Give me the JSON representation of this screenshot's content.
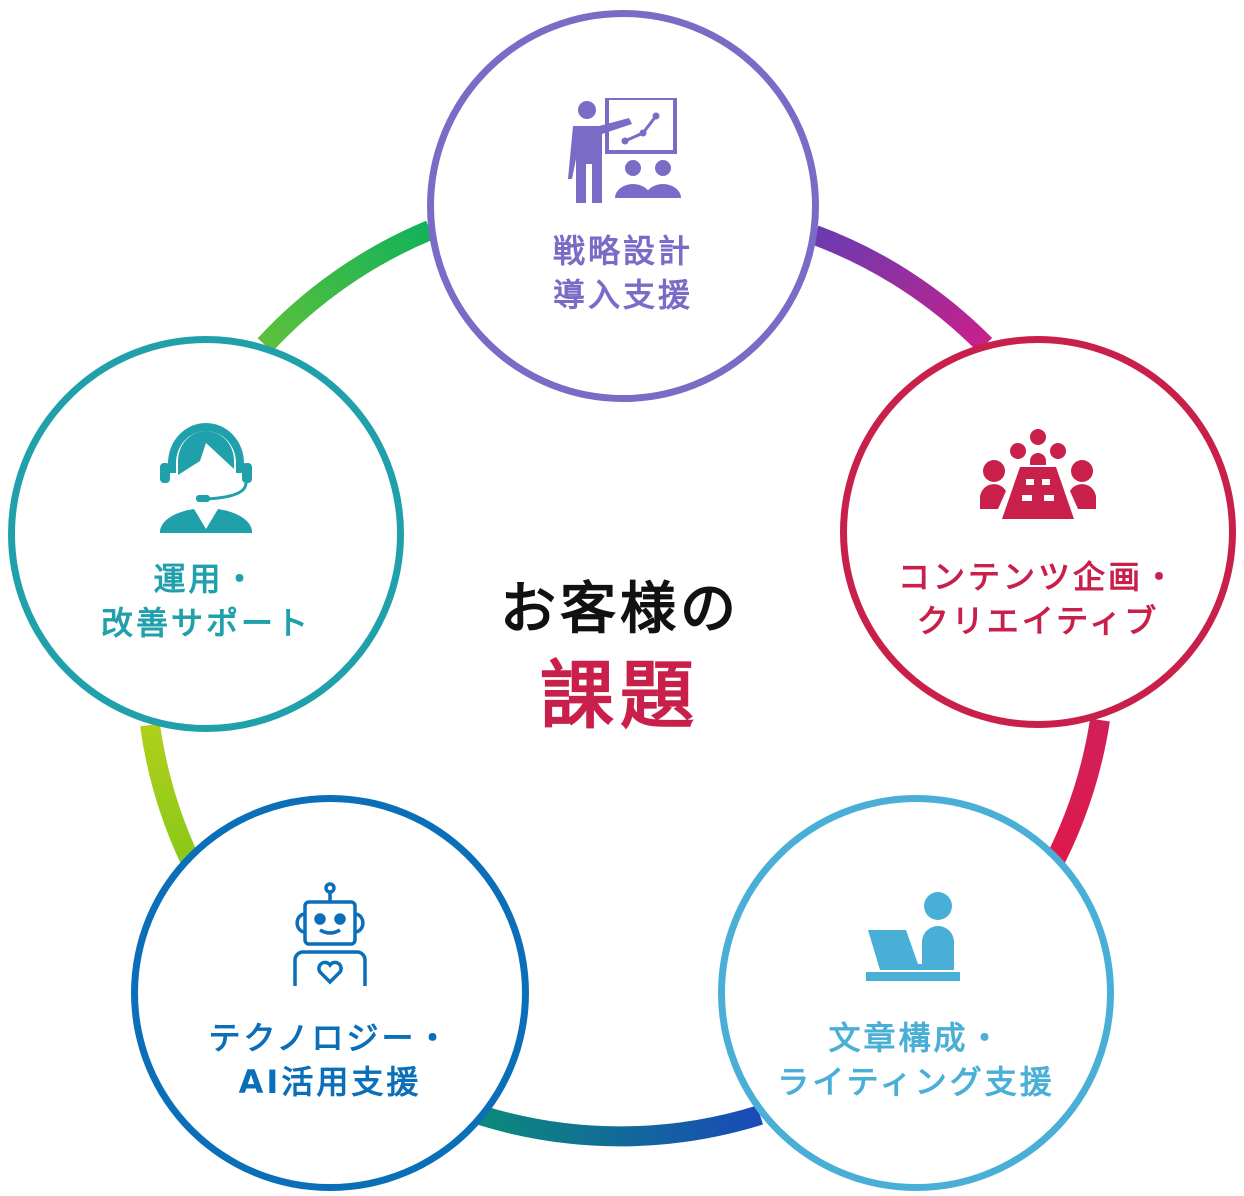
{
  "center": {
    "line1": "お客様の",
    "line2": "課題",
    "line1_color": "#111111",
    "line2_color": "#c8204a"
  },
  "nodes": [
    {
      "id": "strategy",
      "icon": "presentation-icon",
      "color": "#7a6cc6",
      "label_line1": "戦略設計",
      "label_line2": "導入支援"
    },
    {
      "id": "content",
      "icon": "meeting-table-icon",
      "color": "#c8204a",
      "label_line1": "コンテンツ企画・",
      "label_line2": "クリエイティブ"
    },
    {
      "id": "writing",
      "icon": "laptop-worker-icon",
      "color": "#4aafd6",
      "label_line1": "文章構成・",
      "label_line2": "ライティング支援"
    },
    {
      "id": "technology",
      "icon": "robot-icon",
      "color": "#0a6fb8",
      "label_line1": "テクノロジー・",
      "label_line2": "AI活用支援"
    },
    {
      "id": "operation",
      "icon": "headset-operator-icon",
      "color": "#20a0aa",
      "label_line1": "運用・",
      "label_line2": "改善サポート"
    }
  ],
  "ring_colors": [
    "#13b25a",
    "#6a3bb0",
    "#c8208a",
    "#e0184a",
    "#0a5ab8",
    "#0a8a7a",
    "#9ccc1a",
    "#5ec03a"
  ]
}
